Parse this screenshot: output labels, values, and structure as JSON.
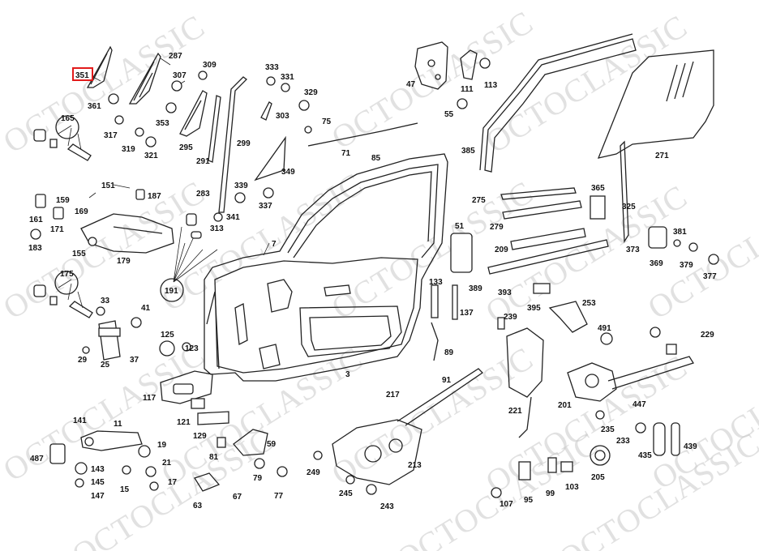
{
  "watermark": "OCTOCLASSIC",
  "highlight": {
    "label": "351",
    "color": "#e21b1b"
  },
  "labels": {
    "p351": "351",
    "p287": "287",
    "p307": "307",
    "p309": "309",
    "p333": "333",
    "p331": "331",
    "p329": "329",
    "p303": "303",
    "p75": "75",
    "p71": "71",
    "p85": "85",
    "p47": "47",
    "p111": "111",
    "p113": "113",
    "p55": "55",
    "p385": "385",
    "p271": "271",
    "p361": "361",
    "p317": "317",
    "p353": "353",
    "p319": "319",
    "p321": "321",
    "p295": "295",
    "p291": "291",
    "p299": "299",
    "p349": "349",
    "p165": "165",
    "p151": "151",
    "p187": "187",
    "p159": "159",
    "p169": "169",
    "p161": "161",
    "p171": "171",
    "p183": "183",
    "p155": "155",
    "p179": "179",
    "p283": "283",
    "p339": "339",
    "p337": "337",
    "p341": "341",
    "p313": "313",
    "p7": "7",
    "p191": "191",
    "p175": "175",
    "p33": "33",
    "p41": "41",
    "p29": "29",
    "p25": "25",
    "p37": "37",
    "p125": "125",
    "p123": "123",
    "p117": "117",
    "p121": "121",
    "p129": "129",
    "p3": "3",
    "p51": "51",
    "p275": "275",
    "p279": "279",
    "p365": "365",
    "p325": "325",
    "p209": "209",
    "p381": "381",
    "p373": "373",
    "p369": "369",
    "p379": "379",
    "p377": "377",
    "p133": "133",
    "p137": "137",
    "p389": "389",
    "p393": "393",
    "p395": "395",
    "p253": "253",
    "p239": "239",
    "p491": "491",
    "p229": "229",
    "p89": "89",
    "p91": "91",
    "p221": "221",
    "p217": "217",
    "p201": "201",
    "p447": "447",
    "p235": "235",
    "p233": "233",
    "p439": "439",
    "p435": "435",
    "p205": "205",
    "p141": "141",
    "p11": "11",
    "p19": "19",
    "p487": "487",
    "p143": "143",
    "p145": "145",
    "p147": "147",
    "p15": "15",
    "p21": "21",
    "p17": "17",
    "p81": "81",
    "p59": "59",
    "p79": "79",
    "p77": "77",
    "p63": "63",
    "p67": "67",
    "p249": "249",
    "p213": "213",
    "p245": "245",
    "p243": "243",
    "p107": "107",
    "p95": "95",
    "p99": "99",
    "p103": "103"
  }
}
